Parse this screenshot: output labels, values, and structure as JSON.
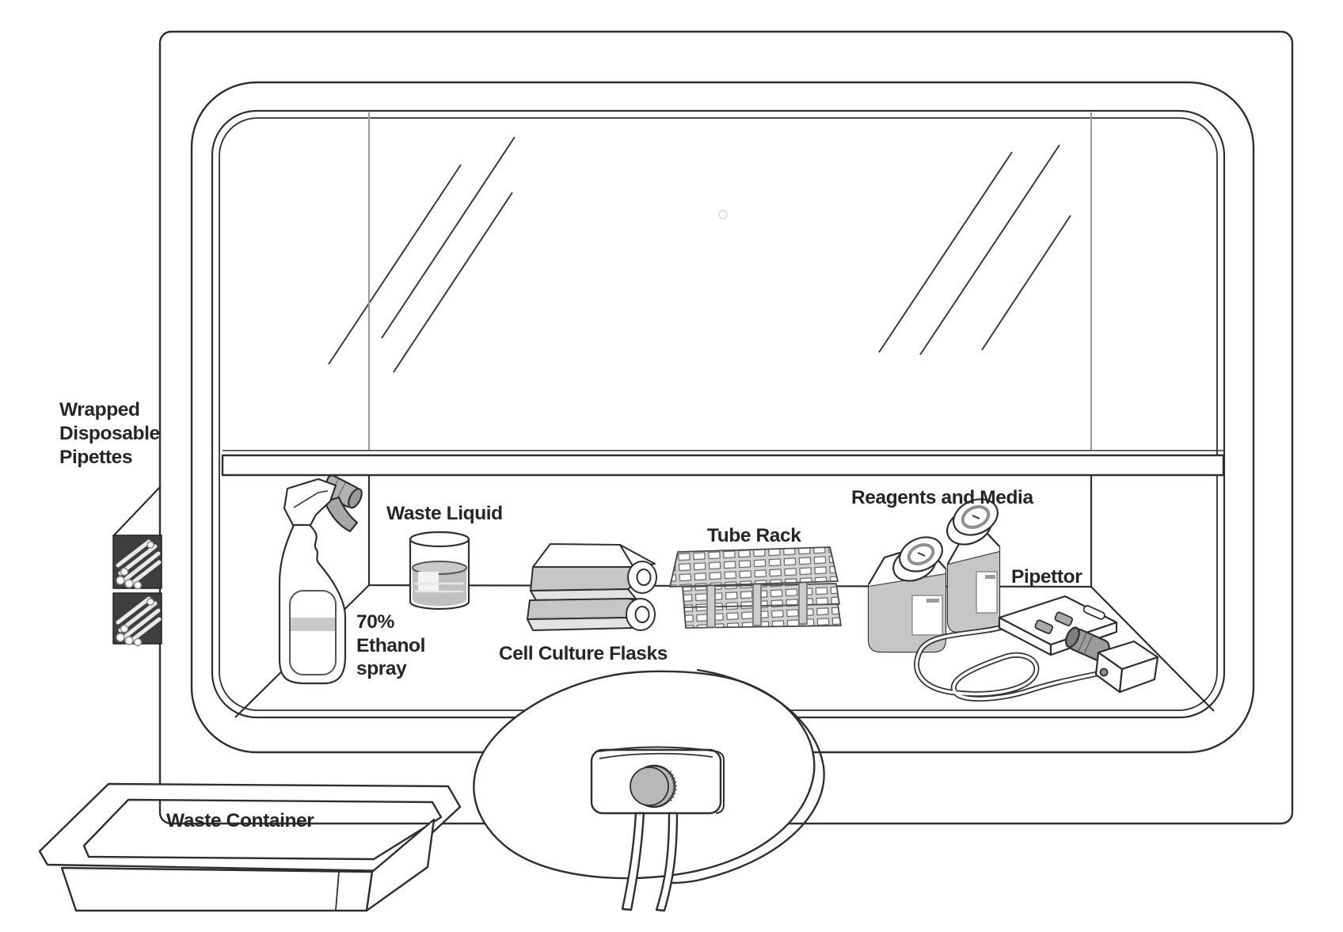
{
  "labels": {
    "wrapped_pipettes": {
      "line1": "Wrapped",
      "line2": "Disposable",
      "line3": "Pipettes"
    },
    "waste_liquid": "Waste Liquid",
    "ethanol": {
      "line1": "70%",
      "line2": "Ethanol",
      "line3": "spray"
    },
    "flasks": "Cell Culture Flasks",
    "tube_rack": "Tube Rack",
    "reagents": "Reagents and Media",
    "pipettor": "Pipettor",
    "waste_container": "Waste Container"
  },
  "colors": {
    "line": "#2f2f2f",
    "glass_line": "#9a9a9a",
    "liquid_gray": "#c0c0c0",
    "media_gray": "#c6c6c6",
    "knob_gray": "#b8b8b8",
    "wrap_dark": "#3f3f3f",
    "trigger_gray": "#a8a8a8",
    "text": "#262626",
    "background": "#ffffff"
  }
}
